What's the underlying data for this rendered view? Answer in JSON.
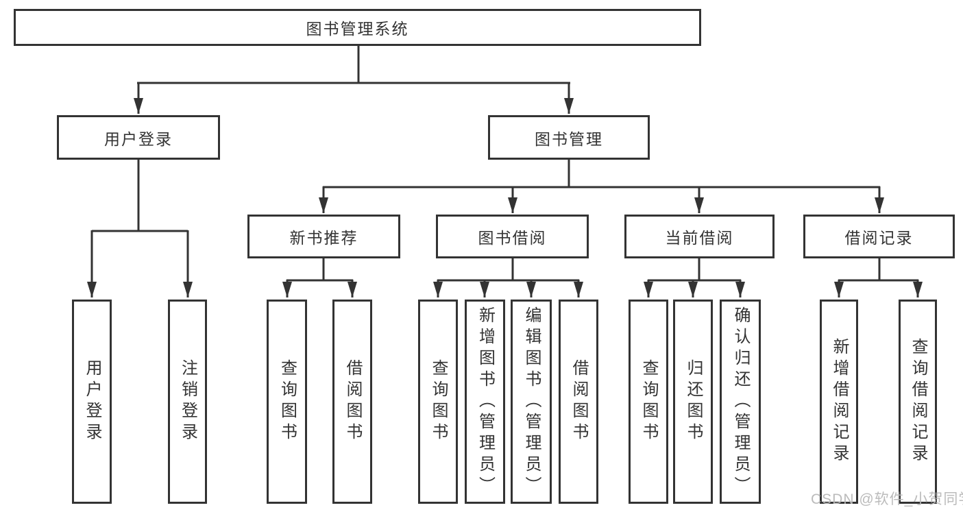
{
  "diagram": {
    "root": {
      "label": "图书管理系统"
    },
    "branches": [
      {
        "label": "用户登录"
      },
      {
        "label": "图书管理"
      }
    ],
    "modules": [
      {
        "label": "新书推荐"
      },
      {
        "label": "图书借阅"
      },
      {
        "label": "当前借阅"
      },
      {
        "label": "借阅记录"
      }
    ],
    "leaves": [
      {
        "label": "用户登录"
      },
      {
        "label": "注销登录"
      },
      {
        "label": "查询图书"
      },
      {
        "label": "借阅图书"
      },
      {
        "label": "查询图书"
      },
      {
        "label": "新增图书（管理员）"
      },
      {
        "label": "编辑图书（管理员）"
      },
      {
        "label": "借阅图书"
      },
      {
        "label": "查询图书"
      },
      {
        "label": "归还图书"
      },
      {
        "label": "确认归还（管理员）"
      },
      {
        "label": "新增借阅记录"
      },
      {
        "label": "查询借阅记录"
      }
    ]
  },
  "watermark": {
    "text": "CSDN @软件_小贺同学"
  },
  "colors": {
    "line": "#333333",
    "text": "#333333",
    "background": "#ffffff",
    "watermark": "#b8b8b8"
  }
}
